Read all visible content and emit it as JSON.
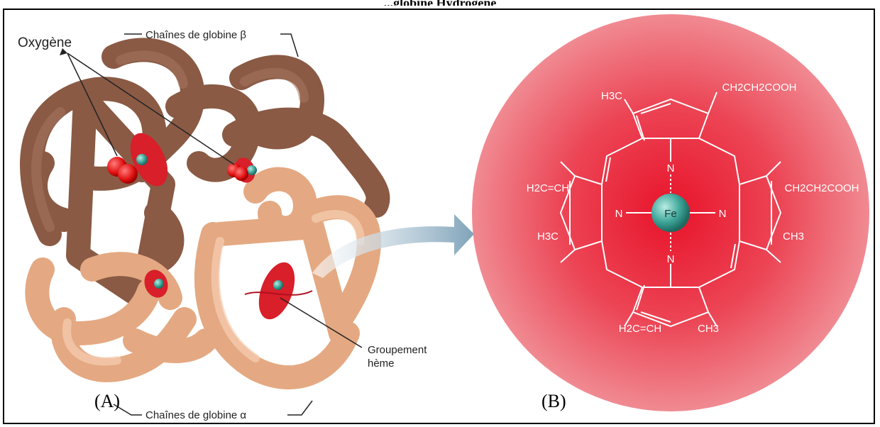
{
  "title": "...globine Hydrogene",
  "panel_a": {
    "label": "(A)",
    "oxygen_label": "Oxygène",
    "beta_chains_label": "Chaînes de globine β",
    "alpha_chains_label": "Chaînes de globine α",
    "heme_group_label_line1": "Groupement",
    "heme_group_label_line2": "hème"
  },
  "panel_b": {
    "label": "(B)",
    "center_atom": "Fe",
    "nitrogen": "N",
    "sub_top_left": "H3C",
    "sub_top_right": "CH2CH2COOH",
    "sub_left_upper": "H2C=CH",
    "sub_left_lower": "H3C",
    "sub_right_upper": "CH2CH2COOH",
    "sub_right_lower": "CH3",
    "sub_bottom_left": "H2C=CH",
    "sub_bottom_right": "CH3"
  },
  "colors": {
    "beta_chain": "#8a5a45",
    "alpha_chain": "#e4a982",
    "heme_red": "#d81f2a",
    "iron": "#3fa79a",
    "circle_bg": "#e63a4c",
    "arrow": "#8fb0c4"
  }
}
